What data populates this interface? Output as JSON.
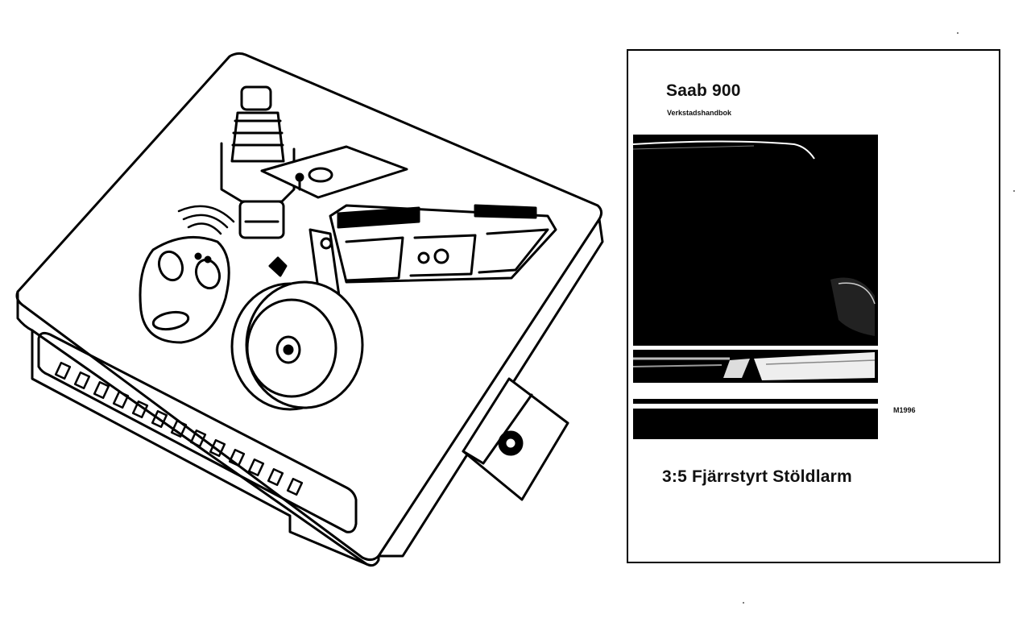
{
  "manual_cover": {
    "title": "Saab 900",
    "subtitle": "Verkstadshandbok",
    "figure_code": "M1996",
    "chapter_title": "3:5 Fjärrstyrt Stöldlarm"
  },
  "illustration": {
    "components": [
      "control-unit",
      "sensor-switch",
      "mounting-bracket",
      "remote-key-fob",
      "alarm-horn",
      "led-panel-bracket"
    ]
  },
  "colors": {
    "ink": "#000000",
    "paper": "#ffffff"
  }
}
